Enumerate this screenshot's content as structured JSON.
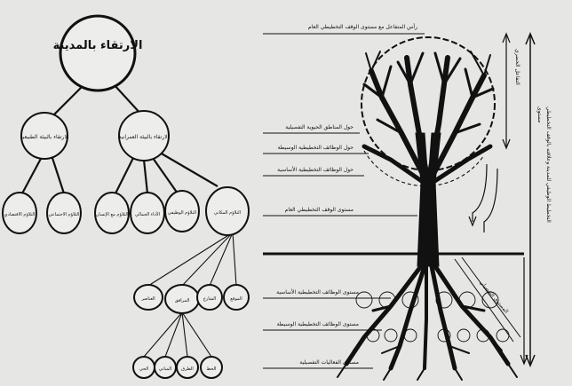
{
  "hierarchy": {
    "root": "الارتقاء بالمدينة",
    "left": "الارتقاء بالبيئة الطبيعية",
    "right": "الارتقاء بالبيئة العمرانية",
    "left_children": [
      "التلاؤم الاقتصادي",
      "التلاؤم الاجتماعي"
    ],
    "right_children": [
      "التلاؤم مع الإنسان",
      "الأداء الجمالي",
      "التلاؤم الوظيفي",
      "التلاؤم المكاني"
    ],
    "place_children": [
      "العناصر",
      "المرافق",
      "الشارع",
      "الموقع"
    ],
    "leaf_children": [
      "الحي",
      "المباني",
      "الطرق",
      "الخط"
    ]
  },
  "tree": {
    "top_label": "رأس المتفاعل مع مستوى الوقف التخطيطي العام",
    "left_labels": [
      "حول المناطق الحيوية التفصيلية",
      "حول الوظائف التخطيطية الوسيطة",
      "حول الوظائف التخطيطية الأساسية",
      "مستوى الوقف التخطيطي العام",
      "مستوى الوظائف التخطيطية الأساسية",
      "مستوى الوظائف التخطيطية الوسيطة",
      "مستوى الفعاليات التفصيلية"
    ],
    "right_labels": {
      "outer": "مستوى",
      "upper": "التفاعل الحضري",
      "lower": "المستوى التفصيلي",
      "vertical_main": "التخطيط الوظيفي للمدينة وعلاقته بالوقف التخطيطي"
    }
  }
}
